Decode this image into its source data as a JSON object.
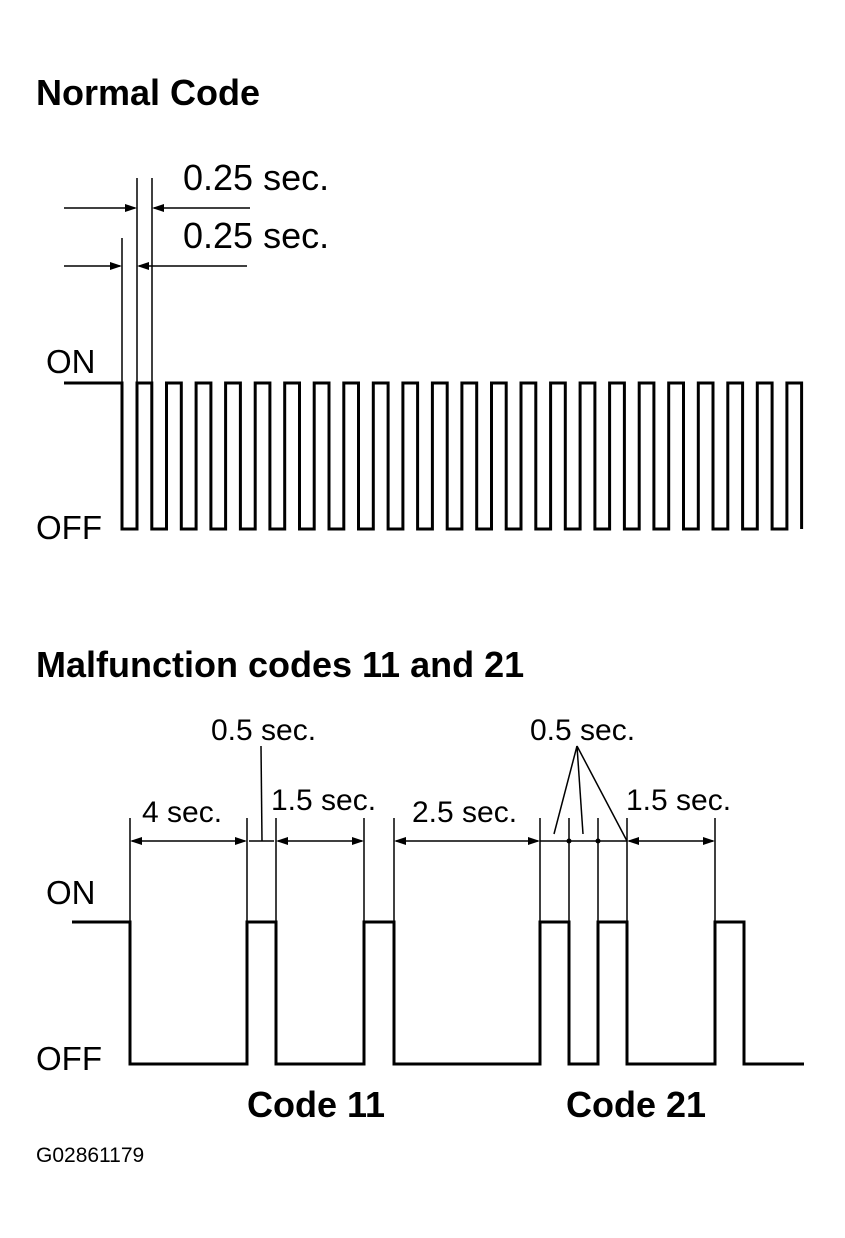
{
  "normal": {
    "title": "Normal Code",
    "on_label": "ON",
    "off_label": "OFF",
    "interval_on": "0.25 sec.",
    "interval_off": "0.25 sec."
  },
  "malfunction": {
    "title": "Malfunction codes 11 and 21",
    "on_label": "ON",
    "off_label": "OFF",
    "t_4": "4 sec.",
    "t_05_a": "0.5 sec.",
    "t_15_a": "1.5 sec.",
    "t_25": "2.5 sec.",
    "t_05_b": "0.5 sec.",
    "t_15_b": "1.5 sec.",
    "code_11": "Code 11",
    "code_21": "Code 21"
  },
  "figure_id": "G02861179"
}
